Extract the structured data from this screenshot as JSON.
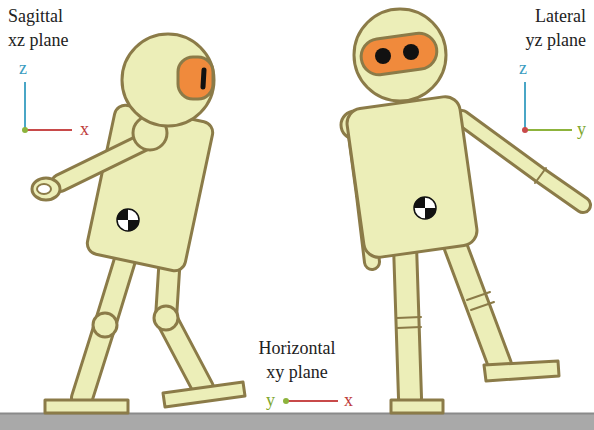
{
  "diagram": {
    "labels": [
      "Sagittal xz plane",
      "z",
      "x",
      "Lateral yz plane",
      "z",
      "y",
      "Horizontal xy plane",
      "y",
      "x"
    ]
  }
}
